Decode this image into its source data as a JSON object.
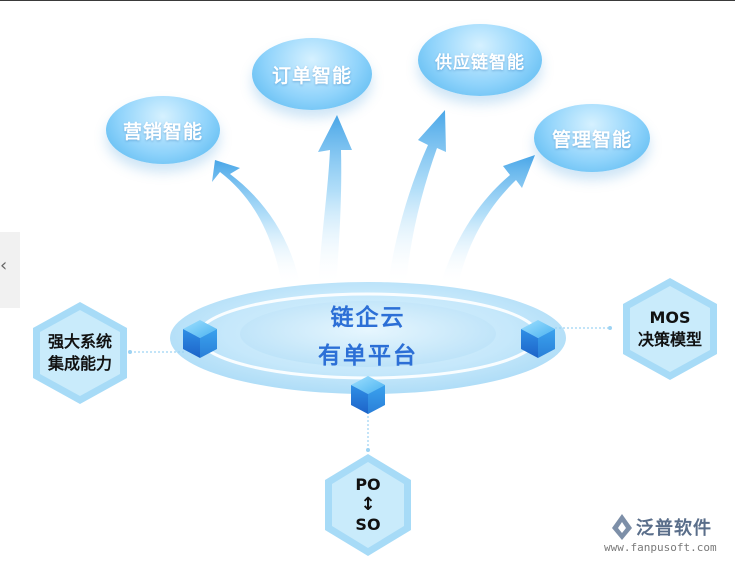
{
  "bubbles": {
    "marketing": "营销智能",
    "order": "订单智能",
    "supply_chain": "供应链智能",
    "management": "管理智能"
  },
  "center": {
    "line1": "链企云",
    "line2": "有单平台"
  },
  "hexes": {
    "integration": {
      "line1": "强大系统",
      "line2": "集成能力"
    },
    "mos": {
      "line1": "MOS",
      "line2": "决策模型"
    },
    "po_so": {
      "top": "PO",
      "arrow": "↕",
      "bottom": "SO"
    }
  },
  "watermark": {
    "name": "泛普软件",
    "url": "www.fanpusoft.com"
  },
  "colors": {
    "accent": "#2c6fd6",
    "bubble": "#6cc4f5",
    "cube": "#2a8fe8"
  }
}
